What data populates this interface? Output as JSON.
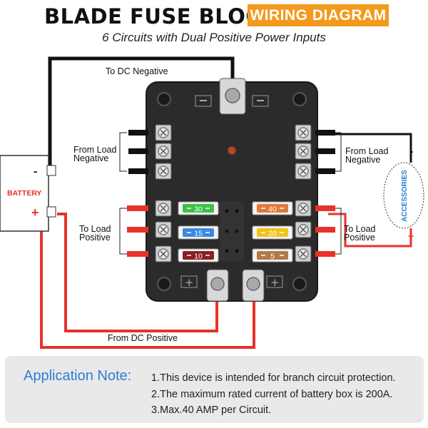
{
  "header": {
    "title": "BLADE FUSE BLOCK",
    "badge": "WIRING DIAGRAM",
    "subtitle": "6 Circuits with Dual Positive Power Inputs"
  },
  "labels": {
    "to_dc_negative": "To DC Negative",
    "from_load_negative_left": "From Load\nNegative",
    "from_load_negative_right": "From Load\nNegative",
    "to_load_positive_left": "To Load\nPositive",
    "to_load_positive_right": "To Load\nPositive",
    "from_dc_positive": "From DC Positive",
    "battery": "BATTERY",
    "battery_minus": "-",
    "battery_plus": "+",
    "accessories": "ACCESSORIES",
    "acc_minus": "-",
    "acc_plus": "+"
  },
  "fuses": {
    "left": [
      {
        "rating": "30",
        "color": "#3fbf4a"
      },
      {
        "rating": "15",
        "color": "#3a8be0"
      },
      {
        "rating": "10",
        "color": "#8a1f24"
      }
    ],
    "right": [
      {
        "rating": "40",
        "color": "#e07a38"
      },
      {
        "rating": "20",
        "color": "#f2c419"
      },
      {
        "rating": "5",
        "color": "#b07a45"
      }
    ]
  },
  "note": {
    "label": "Application Note:",
    "lines": [
      "1.This device is intended for branch circuit protection.",
      "2.The maximum rated current of battery box is 200A.",
      "3.Max.40 AMP per Circuit."
    ]
  },
  "colors": {
    "accent_orange": "#f39a1c",
    "wire_red": "#e8322a",
    "wire_black": "#111111",
    "note_blue": "#2a7fd0",
    "block_body": "#2b2b2b"
  }
}
